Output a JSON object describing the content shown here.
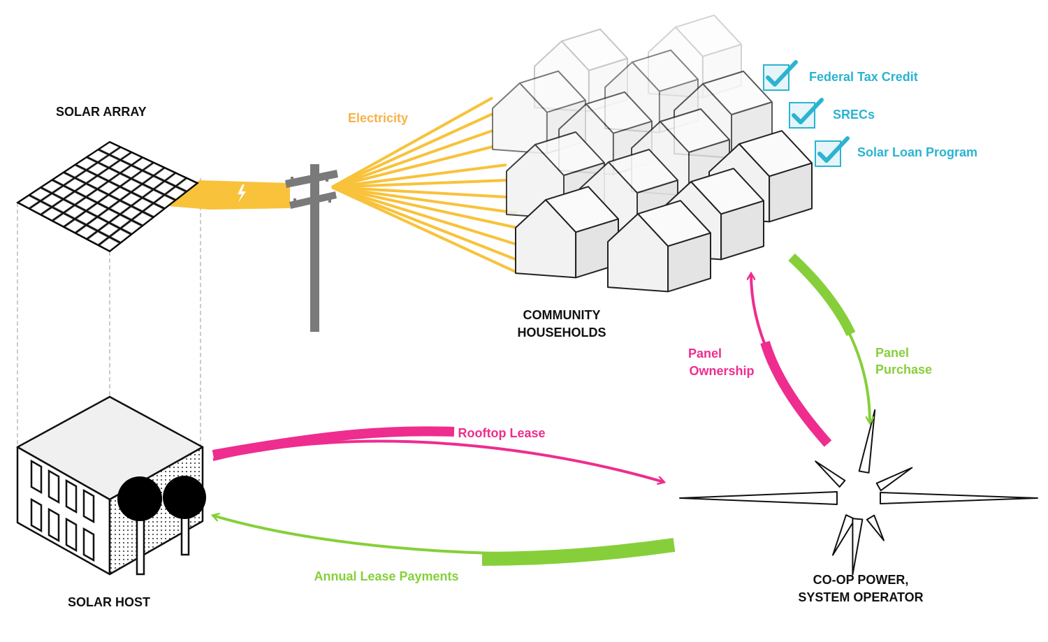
{
  "colors": {
    "electricity": "#f8c23a",
    "magenta": "#ee2d8f",
    "green": "#86cf3a",
    "teal": "#2bb3d1",
    "pole": "#7a7a7a",
    "house_fill": "#f2f2f2"
  },
  "labels": {
    "solar_array": "SOLAR ARRAY",
    "electricity": "Electricity",
    "community_line1": "COMMUNITY",
    "community_line2": "HOUSEHOLDS",
    "solar_host": "SOLAR HOST",
    "coop_line1": "CO-OP POWER,",
    "coop_line2": "SYSTEM OPERATOR",
    "rooftop_lease": "Rooftop Lease",
    "annual_lease": "Annual Lease Payments",
    "panel_ownership_line1": "Panel",
    "panel_ownership_line2": "Ownership",
    "panel_purchase_line1": "Panel",
    "panel_purchase_line2": "Purchase"
  },
  "incentives": [
    {
      "label": "Federal Tax Credit"
    },
    {
      "label": "SRECs"
    },
    {
      "label": "Solar Loan Program"
    }
  ],
  "icons": {
    "solar_panel": "solar-panel-icon",
    "utility_pole": "utility-pole-icon",
    "building": "building-icon",
    "starburst": "starburst-icon",
    "check": "checkbox-icon"
  }
}
